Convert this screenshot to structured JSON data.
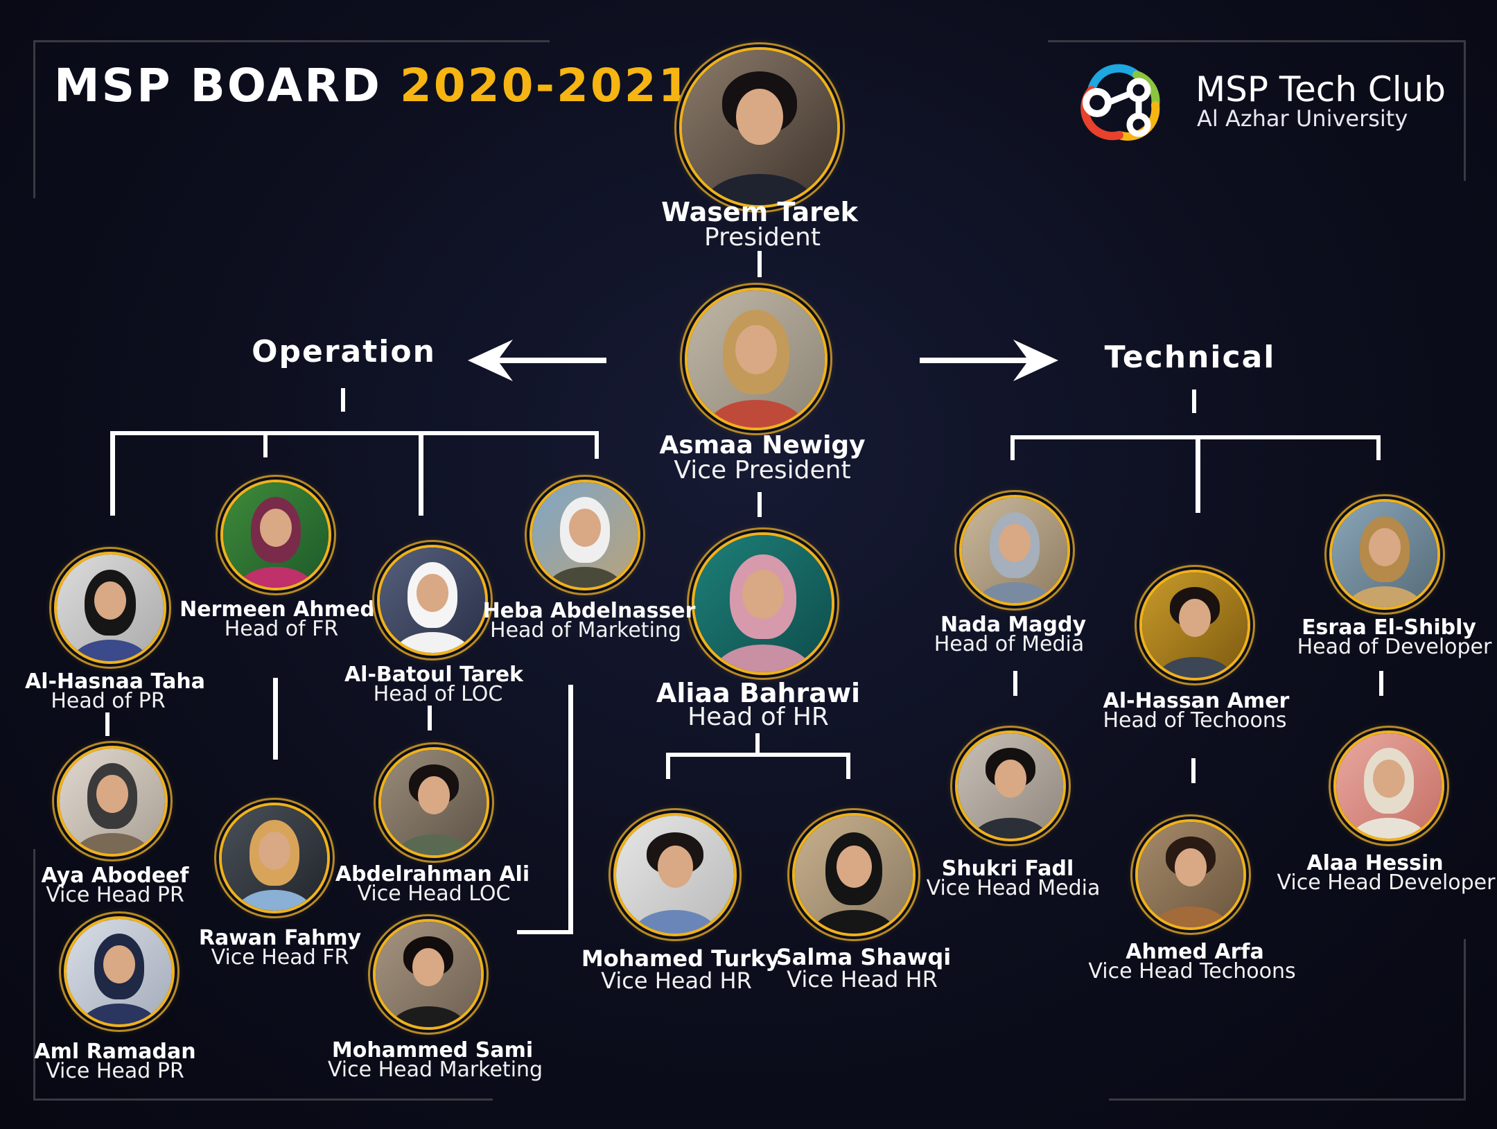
{
  "header": {
    "title_main": "MSP BOARD",
    "title_year": "2020-2021",
    "club_name": "MSP Tech Club",
    "club_subtitle": "Al Azhar University",
    "logo_icon": "msp-logo-icon"
  },
  "colors": {
    "accent": "#f6b512",
    "background": "#0c0e1d",
    "ring": "#f0b21a"
  },
  "sections": {
    "left": "Operation",
    "right": "Technical"
  },
  "members": {
    "president": {
      "name": "Wasem Tarek",
      "role": "President"
    },
    "vice_president": {
      "name": "Asmaa Newigy",
      "role": "Vice President"
    },
    "head_hr": {
      "name": "Aliaa Bahrawi",
      "role": "Head of HR"
    },
    "vice_hr_1": {
      "name": "Mohamed Turky",
      "role": "Vice Head HR"
    },
    "vice_hr_2": {
      "name": "Salma Shawqi",
      "role": "Vice Head HR"
    },
    "head_pr": {
      "name": "Al-Hasnaa Taha",
      "role": "Head of PR"
    },
    "vice_pr_1": {
      "name": "Aya Abodeef",
      "role": "Vice Head PR"
    },
    "vice_pr_2": {
      "name": "Aml Ramadan",
      "role": "Vice Head PR"
    },
    "head_fr": {
      "name": "Nermeen Ahmed",
      "role": "Head of FR"
    },
    "vice_fr": {
      "name": "Rawan Fahmy",
      "role": "Vice Head FR"
    },
    "head_loc": {
      "name": "Al-Batoul Tarek",
      "role": "Head of LOC"
    },
    "vice_loc": {
      "name": "Abdelrahman Ali",
      "role": "Vice Head LOC"
    },
    "head_marketing": {
      "name": "Heba Abdelnasser",
      "role": "Head of Marketing"
    },
    "vice_marketing": {
      "name": "Mohammed Sami",
      "role": "Vice Head Marketing"
    },
    "head_media": {
      "name": "Nada Magdy",
      "role": "Head of Media"
    },
    "vice_media": {
      "name": "Shukri Fadl",
      "role": "Vice Head Media"
    },
    "head_techoons": {
      "name": "Al-Hassan Amer",
      "role": "Head of Techoons"
    },
    "vice_techoons": {
      "name": "Ahmed Arfa",
      "role": "Vice Head Techoons"
    },
    "head_developer": {
      "name": "Esraa El-Shibly",
      "role": "Head of Developer"
    },
    "vice_developer": {
      "name": "Alaa Hessin",
      "role": "Vice Head Developer"
    }
  }
}
